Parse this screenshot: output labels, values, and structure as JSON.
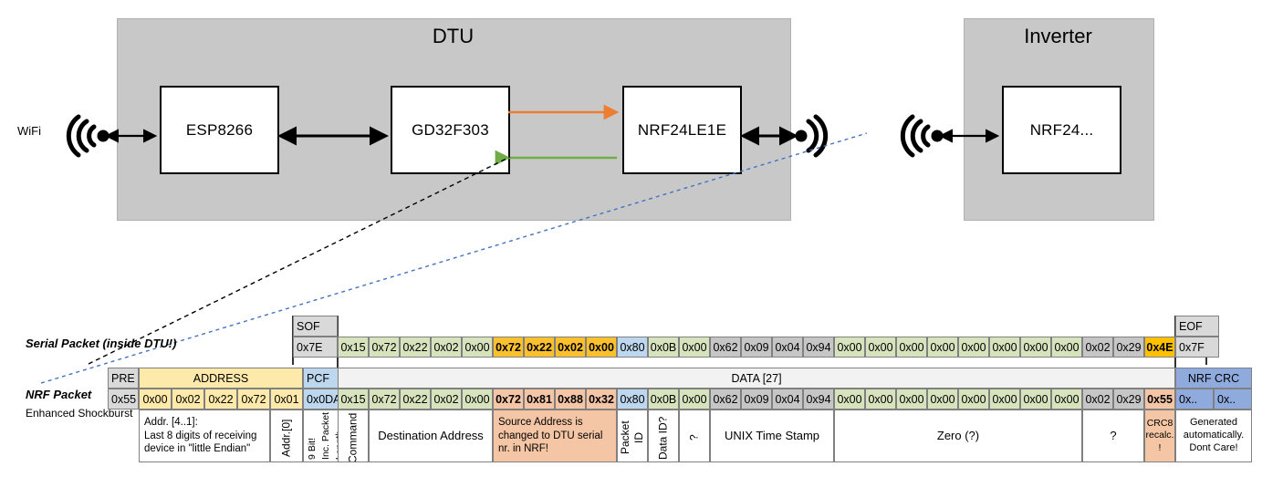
{
  "diagram": {
    "dtu": {
      "title": "DTU",
      "chips": [
        "ESP8266",
        "GD32F303",
        "NRF24LE1E"
      ],
      "wifi_label": "WiFi"
    },
    "inverter": {
      "title": "Inverter",
      "chips": [
        "NRF24..."
      ]
    },
    "arrows": {
      "tx_color": "#ED7D31",
      "rx_color": "#70AD47",
      "link_color": "#000000",
      "callout_serial_color": "#000000",
      "callout_nrf_color": "#4472C4"
    }
  },
  "serial_packet": {
    "label": "Serial Packet (inside DTU!)",
    "sof_header": "SOF",
    "sof_value": "0x7E",
    "eof_header": "EOF",
    "eof_value": "0x7F",
    "bytes": [
      {
        "v": "0x15",
        "color": "green",
        "bold": false
      },
      {
        "v": "0x72",
        "color": "green",
        "bold": false
      },
      {
        "v": "0x22",
        "color": "green",
        "bold": false
      },
      {
        "v": "0x02",
        "color": "green",
        "bold": false
      },
      {
        "v": "0x00",
        "color": "green",
        "bold": false
      },
      {
        "v": "0x72",
        "color": "yellow",
        "bold": true
      },
      {
        "v": "0x22",
        "color": "yellow",
        "bold": true
      },
      {
        "v": "0x02",
        "color": "yellow",
        "bold": true
      },
      {
        "v": "0x00",
        "color": "yellow",
        "bold": true
      },
      {
        "v": "0x80",
        "color": "blue",
        "bold": false
      },
      {
        "v": "0x0B",
        "color": "green",
        "bold": false
      },
      {
        "v": "0x00",
        "color": "green",
        "bold": false
      },
      {
        "v": "0x62",
        "color": "grey2",
        "bold": false
      },
      {
        "v": "0x09",
        "color": "grey2",
        "bold": false
      },
      {
        "v": "0x04",
        "color": "grey2",
        "bold": false
      },
      {
        "v": "0x94",
        "color": "grey2",
        "bold": false
      },
      {
        "v": "0x00",
        "color": "green",
        "bold": false
      },
      {
        "v": "0x00",
        "color": "green",
        "bold": false
      },
      {
        "v": "0x00",
        "color": "green",
        "bold": false
      },
      {
        "v": "0x00",
        "color": "green",
        "bold": false
      },
      {
        "v": "0x00",
        "color": "green",
        "bold": false
      },
      {
        "v": "0x00",
        "color": "green",
        "bold": false
      },
      {
        "v": "0x00",
        "color": "green",
        "bold": false
      },
      {
        "v": "0x00",
        "color": "green",
        "bold": false
      },
      {
        "v": "0x02",
        "color": "grey2",
        "bold": false
      },
      {
        "v": "0x29",
        "color": "grey2",
        "bold": false
      },
      {
        "v": "0x4E",
        "color": "orange",
        "bold": true
      }
    ]
  },
  "nrf_packet": {
    "label": "NRF Packet",
    "sublabel": "Enhanced Shockburst",
    "headers": {
      "pre": "PRE",
      "address": "ADDRESS",
      "pcf": "PCF",
      "data": "DATA [27]",
      "crc": "NRF CRC"
    },
    "pre_value": "0x55",
    "address_values": [
      "0x00",
      "0x02",
      "0x22",
      "0x72",
      "0x01"
    ],
    "pcf_value": "0x0DA",
    "crc_values": [
      "0x..",
      "0x.."
    ],
    "bytes": [
      {
        "v": "0x15",
        "color": "green",
        "bold": false
      },
      {
        "v": "0x72",
        "color": "green",
        "bold": false
      },
      {
        "v": "0x22",
        "color": "green",
        "bold": false
      },
      {
        "v": "0x02",
        "color": "green",
        "bold": false
      },
      {
        "v": "0x00",
        "color": "green",
        "bold": false
      },
      {
        "v": "0x72",
        "color": "orange2",
        "bold": true
      },
      {
        "v": "0x81",
        "color": "orange2",
        "bold": true
      },
      {
        "v": "0x88",
        "color": "orange2",
        "bold": true
      },
      {
        "v": "0x32",
        "color": "orange2",
        "bold": true
      },
      {
        "v": "0x80",
        "color": "blue",
        "bold": false
      },
      {
        "v": "0x0B",
        "color": "green",
        "bold": false
      },
      {
        "v": "0x00",
        "color": "green",
        "bold": false
      },
      {
        "v": "0x62",
        "color": "grey2",
        "bold": false
      },
      {
        "v": "0x09",
        "color": "grey2",
        "bold": false
      },
      {
        "v": "0x04",
        "color": "grey2",
        "bold": false
      },
      {
        "v": "0x94",
        "color": "grey2",
        "bold": false
      },
      {
        "v": "0x00",
        "color": "green",
        "bold": false
      },
      {
        "v": "0x00",
        "color": "green",
        "bold": false
      },
      {
        "v": "0x00",
        "color": "green",
        "bold": false
      },
      {
        "v": "0x00",
        "color": "green",
        "bold": false
      },
      {
        "v": "0x00",
        "color": "green",
        "bold": false
      },
      {
        "v": "0x00",
        "color": "green",
        "bold": false
      },
      {
        "v": "0x00",
        "color": "green",
        "bold": false
      },
      {
        "v": "0x00",
        "color": "green",
        "bold": false
      },
      {
        "v": "0x02",
        "color": "grey2",
        "bold": false
      },
      {
        "v": "0x29",
        "color": "grey2",
        "bold": false
      },
      {
        "v": "0x55",
        "color": "orange2",
        "bold": true
      }
    ]
  },
  "descriptions": {
    "address_note_l1": "Addr. [4..1]:",
    "address_note_l2": "Last 8 digits of receiving",
    "address_note_l3": "device in \"little Endian\"",
    "addr0": "Addr.[0]",
    "pcf_note_l1": "9 Bit!",
    "pcf_note_l2": "Inc. Packet",
    "pcf_note_l3": "Length",
    "command": "Command",
    "destination_address": "Destination Address",
    "source_note_l1": "Source Address is",
    "source_note_l2": "changed to DTU serial",
    "source_note_l3": "nr. in NRF!",
    "packet_id": "Packet ID",
    "data_id": "Data ID?",
    "unknown1": "?",
    "unix_time_stamp": "UNIX Time Stamp",
    "zero": "Zero (?)",
    "unknown2": "?",
    "crc8_l1": "CRC8",
    "crc8_l2": "recalc.",
    "crc8_l3": "!",
    "nrfcrc_l1": "Generated",
    "nrfcrc_l2": "automatically.",
    "nrfcrc_l3": "Dont Care!"
  }
}
